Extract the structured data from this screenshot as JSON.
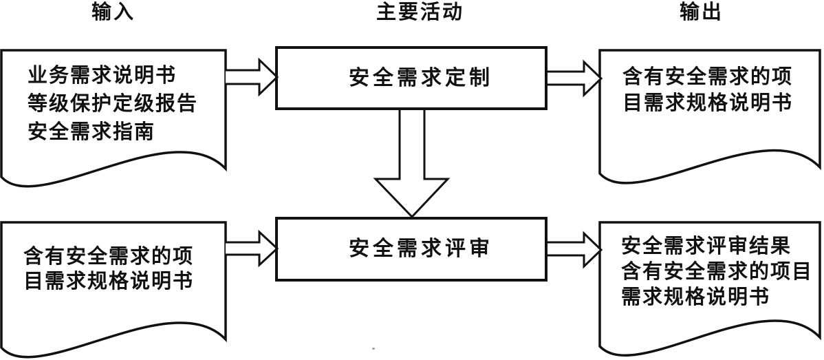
{
  "headers": {
    "input": "输入",
    "main_activity": "主要活动",
    "output": "输出"
  },
  "activities": {
    "top": "安全需求定制",
    "bottom": "安全需求评审"
  },
  "documents": {
    "input_top": {
      "lines": [
        "业务需求说明书",
        "等级保护定级报告",
        "安全需求指南"
      ]
    },
    "output_top": {
      "lines": [
        "含有安全需求的项",
        "目需求规格说明书"
      ]
    },
    "input_bottom": {
      "lines": [
        "含有安全需求的项",
        "目需求规格说明书"
      ]
    },
    "output_bottom": {
      "lines": [
        "安全需求评审结果",
        "含有安全需求的项目",
        "需求规格说明书"
      ]
    }
  },
  "colors": {
    "ink": "#111111",
    "paper": "#ffffff"
  }
}
